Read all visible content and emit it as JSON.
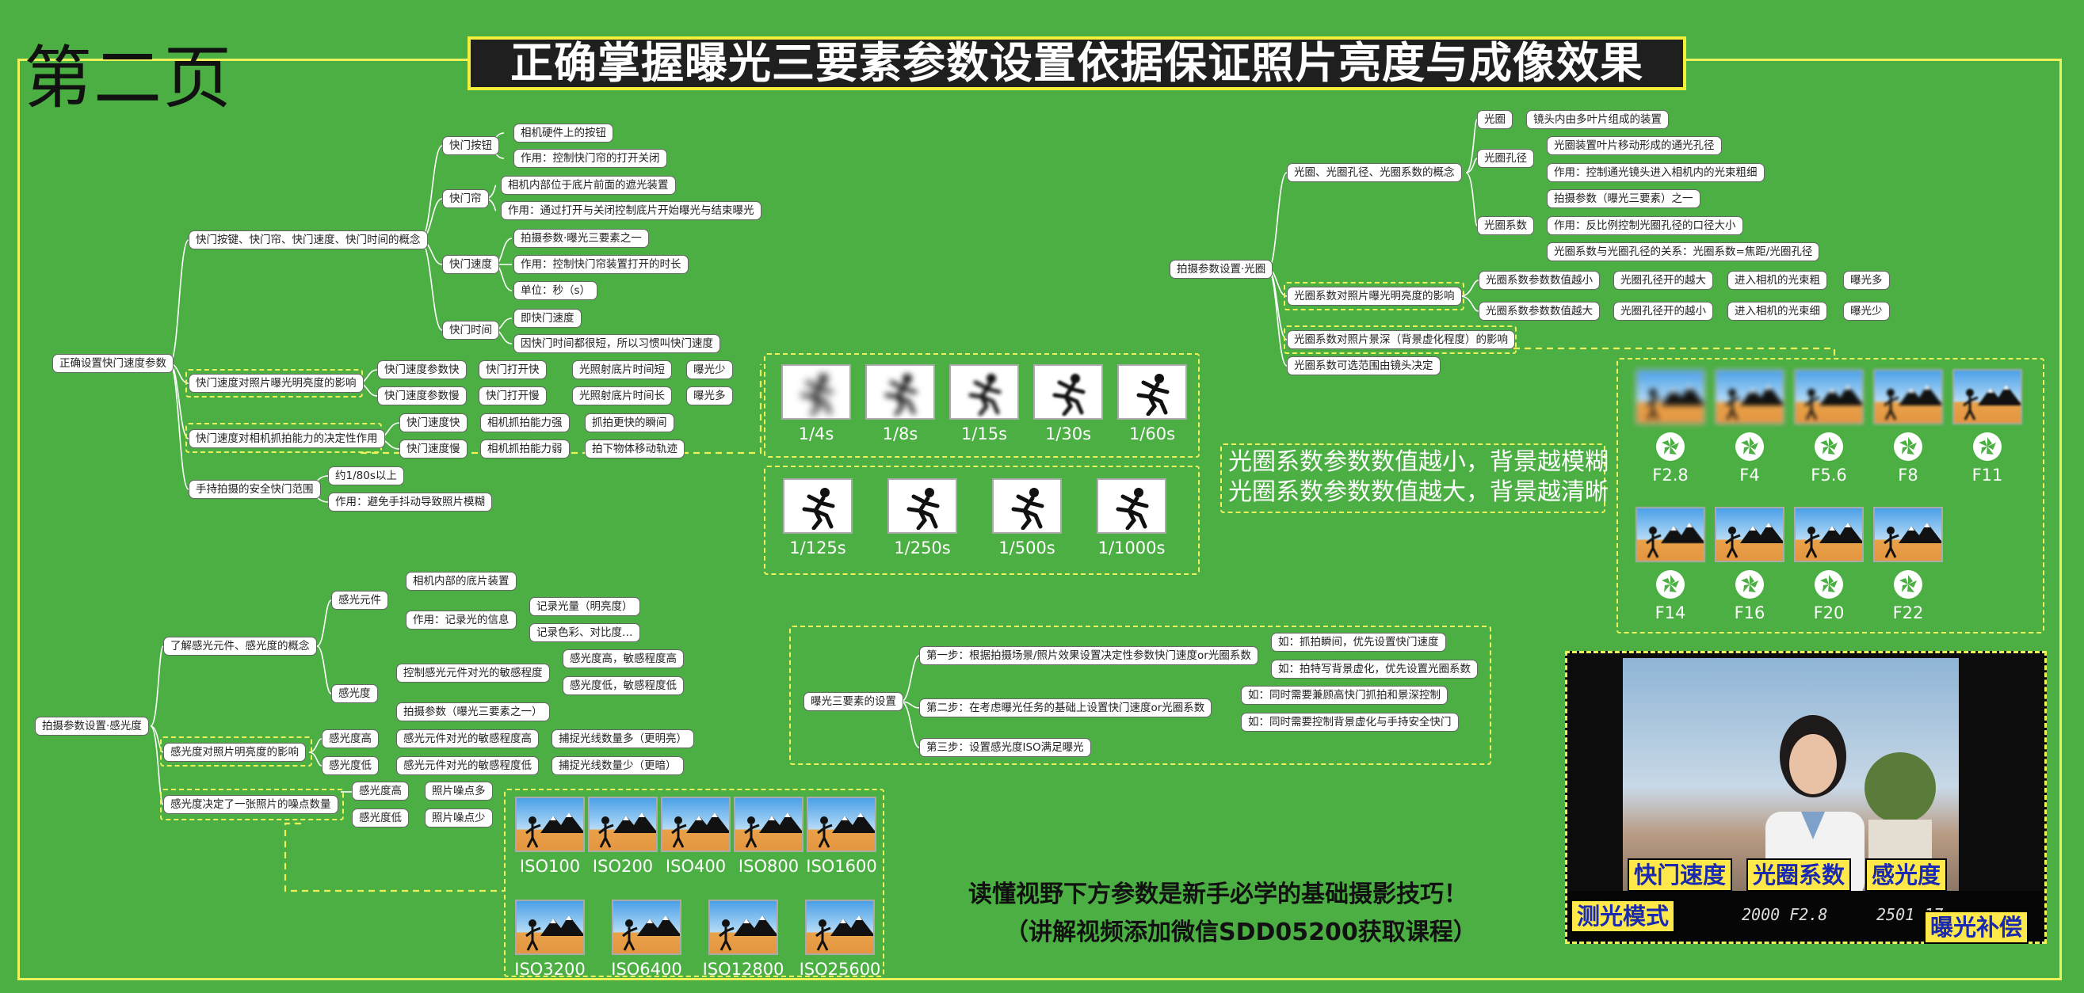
{
  "page_label": "第二页",
  "title": "正确掌握曝光三要素参数设置依据保证照片亮度与成像效果",
  "shutter": {
    "root": "正确设置快门速度参数",
    "concept": "快门按键、快门帘、快门速度、快门时间的概念",
    "button": "快门按钮",
    "button_a": "相机硬件上的按钮",
    "button_b": "作用：控制快门帘的打开关闭",
    "curtain": "快门帘",
    "curtain_a": "相机内部位于底片前面的遮光装置",
    "curtain_b": "作用：通过打开与关闭控制底片开始曝光与结束曝光",
    "speed": "快门速度",
    "speed_a": "拍摄参数·曝光三要素之一",
    "speed_b": "作用：控制快门帘装置打开的时长",
    "speed_c": "单位：秒（s）",
    "time": "快门时间",
    "time_a": "即快门速度",
    "time_b": "因快门时间都很短，所以习惯叫快门速度",
    "bright": "快门速度对照片曝光明亮度的影响",
    "fast": "快门速度参数快",
    "fast_a": "快门打开快",
    "fast_b": "光照射底片时间短",
    "fast_c": "曝光少",
    "slow": "快门速度参数慢",
    "slow_a": "快门打开慢",
    "slow_b": "光照射底片时间长",
    "slow_c": "曝光多",
    "capture": "快门速度对相机抓拍能力的决定性作用",
    "cfast": "快门速度快",
    "cfast_a": "相机抓拍能力强",
    "cfast_b": "抓拍更快的瞬间",
    "cslow": "快门速度慢",
    "cslow_a": "相机抓拍能力弱",
    "cslow_b": "拍下物体移动轨迹",
    "safe": "手持拍摄的安全快门范围",
    "safe_a": "约1/80s以上",
    "safe_b": "作用：避免手抖动导致照片模糊"
  },
  "shutter_samples": {
    "row1": [
      "1/4s",
      "1/8s",
      "1/15s",
      "1/30s",
      "1/60s"
    ],
    "row2": [
      "1/125s",
      "1/250s",
      "1/500s",
      "1/1000s"
    ]
  },
  "aperture": {
    "root": "拍摄参数设置·光圈",
    "concept": "光圈、光圈孔径、光圈系数的概念",
    "ap": "光圈",
    "ap_a": "镜头内由多叶片组成的装置",
    "hole": "光圈孔径",
    "hole_a": "光圈装置叶片移动形成的通光孔径",
    "hole_b": "作用：控制通光镜头进入相机内的光束粗细",
    "num": "光圈系数",
    "num_a": "拍摄参数（曝光三要素）之一",
    "num_b": "作用：反比例控制光圈孔径的口径大小",
    "num_c": "光圈系数与光圈孔径的关系：光圈系数=焦距/光圈孔径",
    "bright": "光圈系数对照片曝光明亮度的影响",
    "small": "光圈系数参数数值越小",
    "small_a": "光圈孔径开的越大",
    "small_b": "进入相机的光束粗",
    "small_c": "曝光多",
    "large": "光圈系数参数数值越大",
    "large_a": "光圈孔径开的越小",
    "large_b": "进入相机的光束细",
    "large_c": "曝光少",
    "dof": "光圈系数对照片景深（背景虚化程度）的影响",
    "range": "光圈系数可选范围由镜头决定",
    "note1": "光圈系数参数数值越小，背景越模糊",
    "note2": "光圈系数参数数值越大，背景越清晰"
  },
  "aperture_samples": {
    "row1": [
      "F2.8",
      "F4",
      "F5.6",
      "F8",
      "F11"
    ],
    "row2": [
      "F14",
      "F16",
      "F20",
      "F22"
    ]
  },
  "iso": {
    "root": "拍摄参数设置·感光度",
    "concept": "了解感光元件、感光度的概念",
    "sensor": "感光元件",
    "sensor_a": "相机内部的底片装置",
    "sensor_b": "作用：记录光的信息",
    "sensor_b1": "记录光量（明亮度）",
    "sensor_b2": "记录色彩、对比度…",
    "level": "感光度",
    "level_a": "控制感光元件对光的敏感程度",
    "level_a1": "感光度高，敏感程度高",
    "level_a2": "感光度低，敏感程度低",
    "level_b": "拍摄参数（曝光三要素之一）",
    "bright": "感光度对照片明亮度的影响",
    "high": "感光度高",
    "high_a": "感光元件对光的敏感程度高",
    "high_b": "捕捉光线数量多（更明亮）",
    "low": "感光度低",
    "low_a": "感光元件对光的敏感程度低",
    "low_b": "捕捉光线数量少（更暗）",
    "noise": "感光度决定了一张照片的噪点数量",
    "nhigh": "感光度高",
    "nhigh_a": "照片噪点多",
    "nlow": "感光度低",
    "nlow_a": "照片噪点少"
  },
  "iso_samples": {
    "row1": [
      "ISO100",
      "ISO200",
      "ISO400",
      "ISO800",
      "ISO1600"
    ],
    "row2": [
      "ISO3200",
      "ISO6400",
      "ISO12800",
      "ISO25600"
    ]
  },
  "exposure": {
    "root": "曝光三要素的设置",
    "step1": "第一步：根据拍摄场景/照片效果设置决定性参数快门速度or光圈系数",
    "step1_a": "如：抓拍瞬间，优先设置快门速度",
    "step1_b": "如：拍特写背景虚化，优先设置光圈系数",
    "step2": "第二步：在考虑曝光任务的基础上设置快门速度or光圈系数",
    "step2_a": "如：同时需要兼顾高快门抓拍和景深控制",
    "step2_b": "如：同时需要控制背景虚化与手持安全快门",
    "step3": "第三步：设置感光度ISO满足曝光"
  },
  "promo": {
    "line1": "读懂视野下方参数是新手必学的基础摄影技巧！",
    "line2": "（讲解视频添加微信SDD05200获取课程）"
  },
  "viewfinder": {
    "shutter": "快门速度",
    "aperture": "光圈系数",
    "iso": "感光度",
    "metering": "测光模式",
    "comp": "曝光补偿",
    "readout_left": "2000 F2.8",
    "readout_right": "2501 17"
  }
}
